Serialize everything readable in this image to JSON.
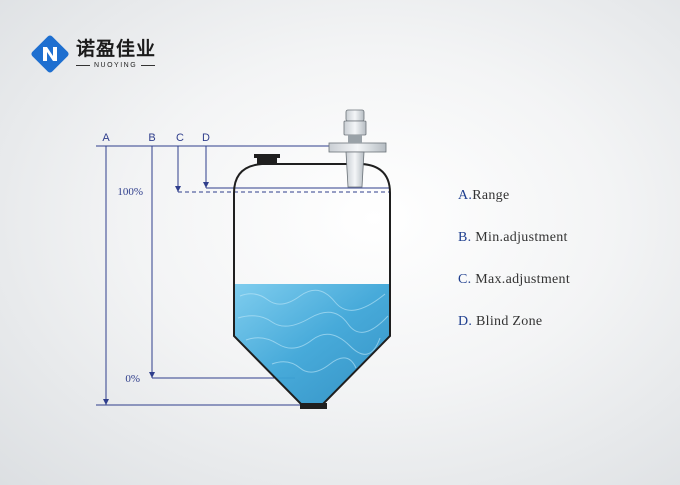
{
  "brand": {
    "name_cn": "诺盈佳业",
    "name_en": "NUOYING",
    "color": "#1e6fd0"
  },
  "diagram": {
    "markers": [
      "A",
      "B",
      "C",
      "D"
    ],
    "levels": {
      "top": "100%",
      "bottom": "0%"
    },
    "liquid_color": "#4fb1dd",
    "line_color": "#2f3e8c"
  },
  "legend": [
    {
      "key": "A.",
      "text": "Range"
    },
    {
      "key": "B. ",
      "text": "Min.adjustment"
    },
    {
      "key": "C. ",
      "text": "Max.adjustment"
    },
    {
      "key": "D. ",
      "text": "Blind  Zone"
    }
  ]
}
